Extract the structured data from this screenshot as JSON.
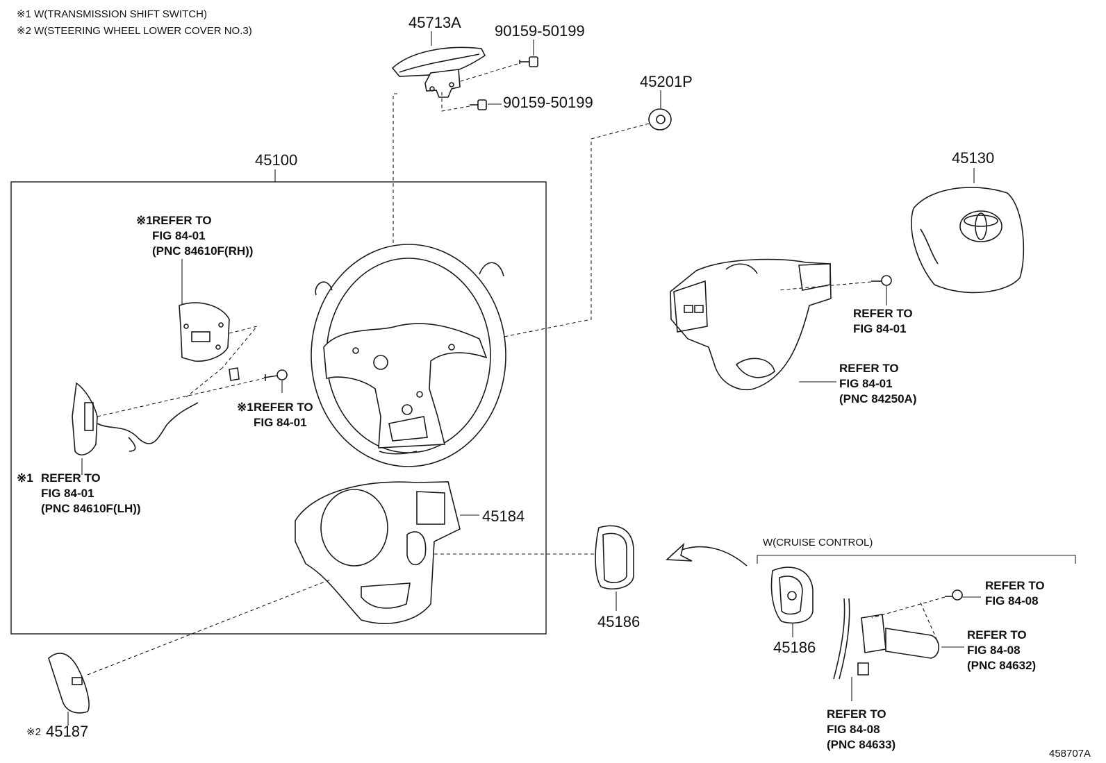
{
  "notes": {
    "note1": "※1 W(TRANSMISSION SHIFT SWITCH)",
    "note2": "※2 W(STEERING WHEEL LOWER COVER NO.3)"
  },
  "parts": {
    "p45713A": "45713A",
    "p90159_a": "90159-50199",
    "p90159_b": "90159-50199",
    "p45201P": "45201P",
    "p45100": "45100",
    "p45130": "45130",
    "p45184": "45184",
    "p45186_a": "45186",
    "p45186_b": "45186",
    "p45187": "45187",
    "p45187_mark": "※2",
    "diagram_id": "458707A"
  },
  "refs": {
    "rh_switch": {
      "mark": "※1",
      "l1": "REFER TO",
      "l2": "FIG 84-01",
      "l3": "(PNC 84610F(RH))"
    },
    "screw": {
      "mark": "※1",
      "l1": "REFER TO",
      "l2": "FIG 84-01"
    },
    "lh_switch": {
      "mark": "※1",
      "l1": "REFER TO",
      "l2": "FIG 84-01",
      "l3": "(PNC 84610F(LH))"
    },
    "bolt_right": {
      "l1": "REFER TO",
      "l2": "FIG 84-01"
    },
    "steering_switch": {
      "l1": "REFER TO",
      "l2": "FIG 84-01",
      "l3": "(PNC 84250A)"
    },
    "cruise_screw": {
      "l1": "REFER TO",
      "l2": "FIG 84-08"
    },
    "cruise_switch": {
      "l1": "REFER TO",
      "l2": "FIG 84-08",
      "l3": "(PNC 84632)"
    },
    "cruise_wire": {
      "l1": "REFER TO",
      "l2": "FIG 84-08",
      "l3": "(PNC 84633)"
    }
  },
  "cruise_group": {
    "title": "W(CRUISE CONTROL)"
  }
}
